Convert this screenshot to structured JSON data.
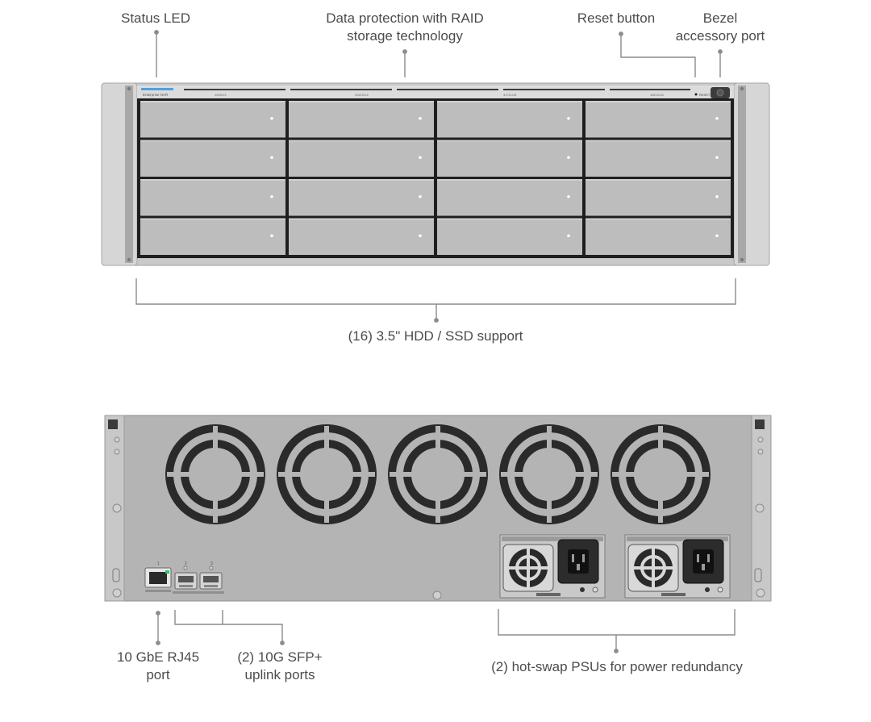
{
  "callouts": {
    "status_led": "Status LED",
    "raid_line1": "Data protection with RAID",
    "raid_line2": "storage technology",
    "reset_button": "Reset button",
    "bezel_line1": "Bezel",
    "bezel_line2": "accessory port",
    "drive_support": "(16) 3.5\" HDD / SSD support",
    "rj45_line1": "10 GbE RJ45",
    "rj45_line2": "port",
    "sfp_line1": "(2) 10G SFP+",
    "sfp_line2": "uplink ports",
    "psu": "(2) hot-swap PSUs for power redundancy"
  },
  "front_panel": {
    "brand_label": "Enterprise NVR",
    "group_labels": [
      "1/5/9/13",
      "2/6/10/14",
      "3/7/11/15",
      "4/8/12/16"
    ],
    "reset_label": "RESET",
    "drive_rows": 4,
    "drive_columns": 4
  },
  "rear_panel": {
    "fan_count": 5,
    "port_numbers": [
      "1",
      "2",
      "3"
    ],
    "psu_count": 2
  },
  "colors": {
    "chassis": "#b4b4b4",
    "chassis_light": "#d9d9d9",
    "drive_sled": "#bdbdbd",
    "bay_gap": "#1e1e1e",
    "fan_grille": "#2a2a2a",
    "accent_led": "#4aa3e8",
    "leader_line": "#8c8c8c"
  }
}
